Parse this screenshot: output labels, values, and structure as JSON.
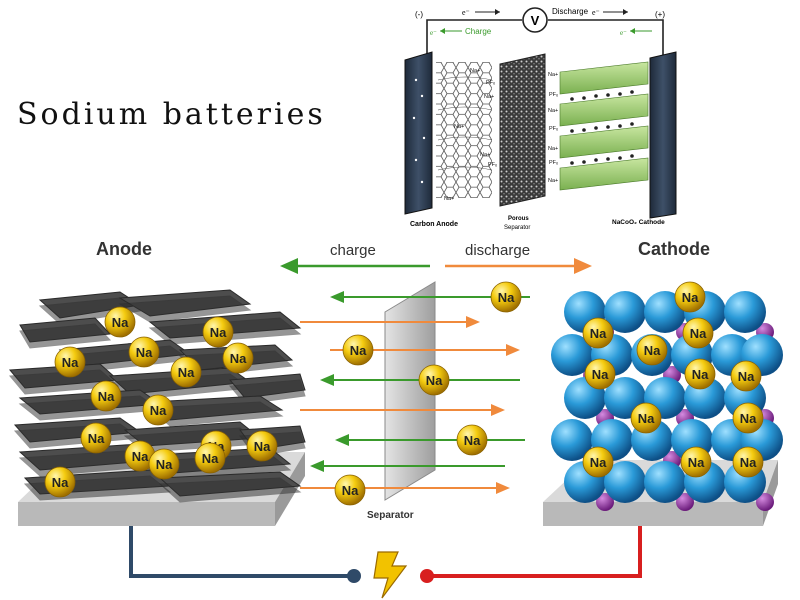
{
  "title": "Sodium batteries",
  "main_diagram": {
    "anode_label": "Anode",
    "cathode_label": "Cathode",
    "charge_label": "charge",
    "discharge_label": "discharge",
    "separator_label": "Separator",
    "ion_label": "Na"
  },
  "inset_diagram": {
    "minus_terminal": "(-)",
    "plus_terminal": "(+)",
    "electron_symbol": "e⁻",
    "voltmeter_label": "V",
    "discharge_label": "Discharge",
    "charge_label": "Charge",
    "anode_caption": "Carbon Anode",
    "separator_caption_1": "Porous",
    "separator_caption_2": "Separator",
    "cathode_caption": "NaCoO₂ Cathode",
    "ion_label": "Na+",
    "anion_label": "PF₆"
  },
  "colors": {
    "charge_arrow": "#3a9a2c",
    "discharge_arrow": "#f08a3c",
    "sodium_ion": "#e6b800",
    "cathode_sphere": "#2a9ad8",
    "cathode_small": "#8a2a9a",
    "anode_flake": "#4a4a4a",
    "base_plate": "#c8c8c8",
    "anode_wire": "#2f4a68",
    "cathode_wire": "#d81f1f",
    "bolt": "#f2c200"
  }
}
